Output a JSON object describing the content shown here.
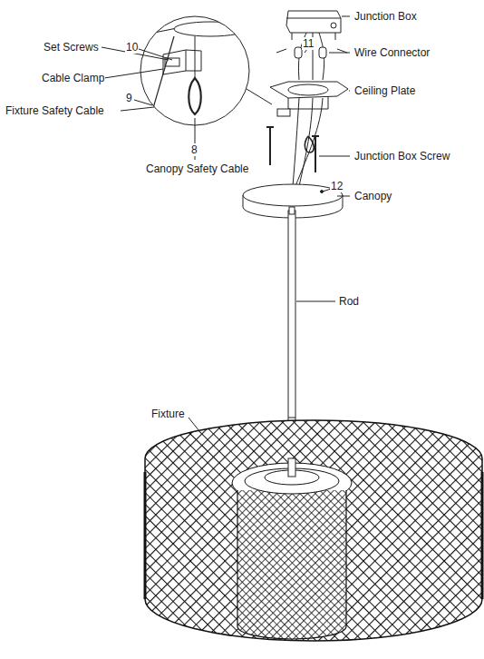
{
  "diagram": {
    "labels": [
      "Junction Box",
      "Set Screws",
      "10",
      "11",
      "Wire Connector",
      "Cable Clamp",
      "Ceiling Plate",
      "9",
      "Fixture Safety Cable",
      "8",
      "Junction Box Screw",
      "Canopy Safety Cable",
      "12",
      "Canopy",
      "Rod",
      "Fixture"
    ]
  }
}
